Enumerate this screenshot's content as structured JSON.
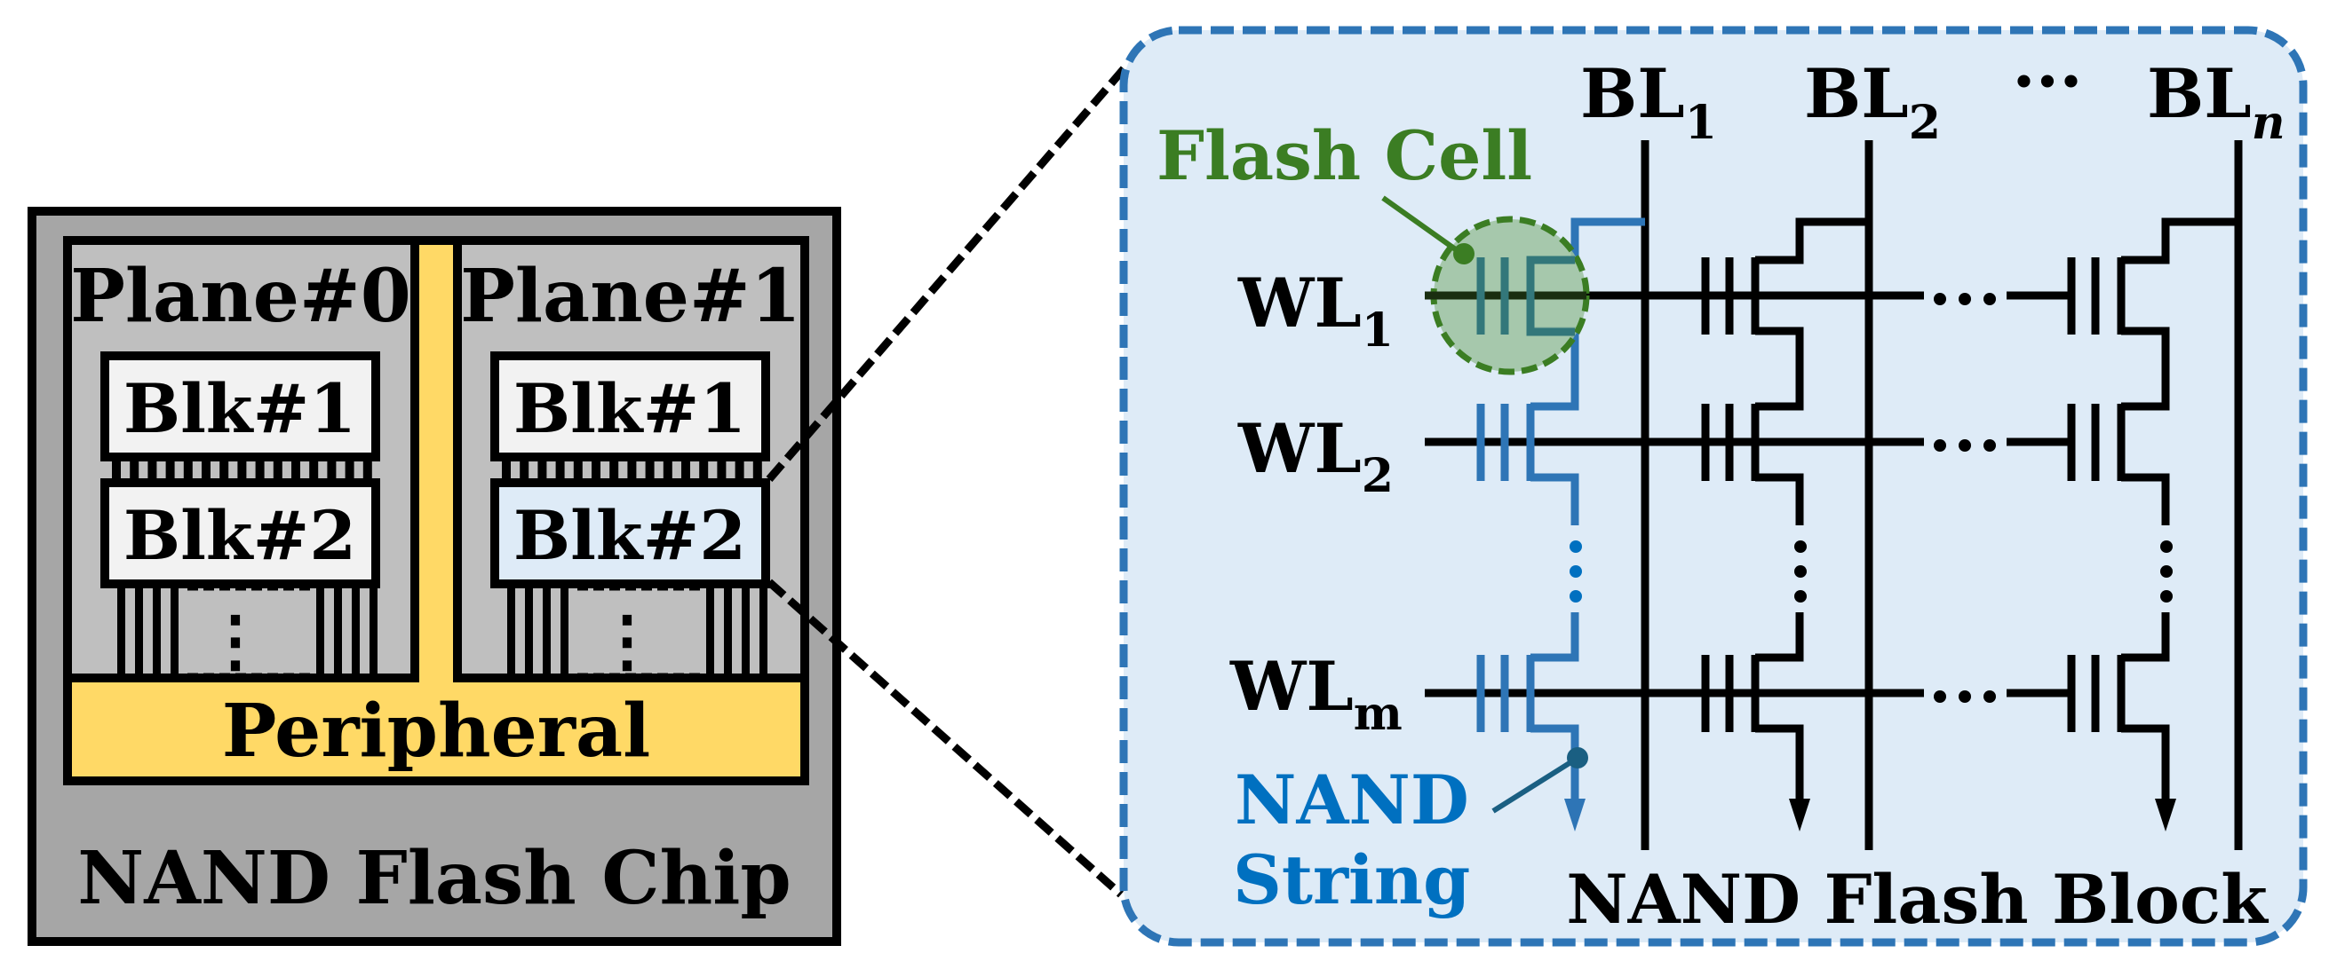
{
  "colors": {
    "chip_fill": "#a6a6a6",
    "plane_fill": "#bfbfbf",
    "peripheral_fill": "#ffd966",
    "block_fill": "#f2f2f2",
    "block_selected_fill": "#deebf7",
    "panel_fill": "#deebf7",
    "panel_border": "#2e75b6",
    "nand_string": "#2e75b6",
    "nand_string_label": "#0070c0",
    "nand_string_pointer": "#1a5f82",
    "flash_cell_label": "#3b7d23",
    "flash_cell_fill": "#9cc29f",
    "line": "#000000"
  },
  "chip": {
    "label": "NAND Flash Chip",
    "peripheral_label": "Peripheral",
    "planes": [
      {
        "label": "Plane#0",
        "blocks": [
          {
            "label": "Blk#1",
            "selected": false
          },
          {
            "label": "Blk#2",
            "selected": false
          }
        ],
        "more": "⋮"
      },
      {
        "label": "Plane#1",
        "blocks": [
          {
            "label": "Blk#1",
            "selected": false
          },
          {
            "label": "Blk#2",
            "selected": true
          }
        ],
        "more": "⋮"
      }
    ]
  },
  "block_detail": {
    "title": "NAND Flash Block",
    "bitlines": [
      {
        "base": "BL",
        "sub": "1"
      },
      {
        "base": "BL",
        "sub": "2"
      },
      {
        "base": "BL",
        "sub": "n"
      }
    ],
    "bitline_ellipsis": "···",
    "wordlines": [
      {
        "base": "WL",
        "sub": "1"
      },
      {
        "base": "WL",
        "sub": "2"
      },
      {
        "base": "WL",
        "sub": "m"
      }
    ],
    "wordline_ellipsis": "···",
    "annotations": {
      "flash_cell": "Flash Cell",
      "nand_string_line1": "NAND",
      "nand_string_line2": "String"
    }
  }
}
